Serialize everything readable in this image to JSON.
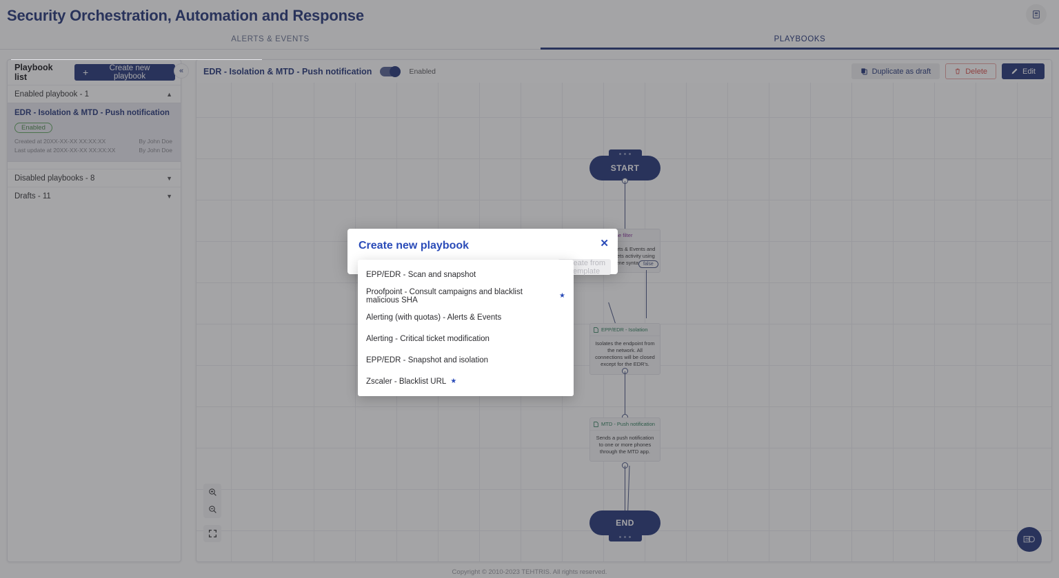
{
  "header": {
    "title": "Security Orchestration, Automation and Response",
    "doc_icon": "book-icon"
  },
  "tabs": [
    {
      "label": "ALERTS & EVENTS",
      "active": false
    },
    {
      "label": "PLAYBOOKS",
      "active": true
    }
  ],
  "sidebar": {
    "title": "Playbook list",
    "create_button": "Create new playbook",
    "collapse_icon": "«",
    "groups": [
      {
        "label": "Enabled playbook - 1",
        "expanded": true,
        "chevron": "▲"
      },
      {
        "label": "Disabled playbooks - 8",
        "expanded": false,
        "chevron": "▼"
      },
      {
        "label": "Drafts - 11",
        "expanded": false,
        "chevron": "▼"
      }
    ],
    "playbook": {
      "name": "EDR - Isolation & MTD - Push notification",
      "status_badge": "Enabled",
      "created_label": "Created at 20XX-XX-XX XX:XX:XX",
      "created_by": "By John Doe",
      "updated_label": "Last update at 20XX-XX-XX XX:XX:XX",
      "updated_by": "By John Doe"
    }
  },
  "canvas": {
    "title": "EDR - Isolation & MTD - Push notification",
    "toggle_label": "Enabled",
    "toggle_on": true,
    "actions": {
      "duplicate": "Duplicate as draft",
      "delete": "Delete",
      "edit": "Edit"
    },
    "zoom_controls": {
      "zoom_in": "zoom-in-icon",
      "zoom_out": "zoom-out-icon",
      "fit": "fit-screen-icon"
    },
    "fab_icon": "assistant-icon"
  },
  "graph": {
    "start_label": "START",
    "end_label": "END",
    "edge_label_false": "false",
    "nodes": [
      {
        "title": "Lucene filter",
        "icon": "code-icon",
        "icon_color": "#8b3a9e",
        "description": "Filters Alerts & Events and cyber tickets activity using Lucene syntax."
      },
      {
        "title": "EPP/EDR - Isolation",
        "icon": "file-icon",
        "icon_color": "#2e7d5b",
        "description": "Isolates the endpoint from the network. All connections will be closed except for the EDR's."
      },
      {
        "title": "MTD - Push notification",
        "icon": "file-icon",
        "icon_color": "#2e7d5b",
        "description": "Sends a push notification to one or more phones through the MTD app."
      }
    ]
  },
  "modal": {
    "title": "Create new playbook",
    "close_icon": "close-icon",
    "template_button": "Create from template",
    "options": [
      {
        "label": "EPP/EDR - Scan and snapshot",
        "starred": false
      },
      {
        "label": "Proofpoint - Consult campaigns and blacklist malicious SHA",
        "starred": true
      },
      {
        "label": "Alerting (with quotas) - Alerts & Events",
        "starred": false
      },
      {
        "label": "Alerting - Critical ticket modification",
        "starred": false
      },
      {
        "label": "EPP/EDR - Snapshot and isolation",
        "starred": false
      },
      {
        "label": "Zscaler - Blacklist URL",
        "starred": true
      }
    ]
  },
  "footer": {
    "copyright": "Copyright © 2010-2023 TEHTRIS. All rights reserved."
  },
  "colors": {
    "brand_navy": "#2a3b7d",
    "modal_blue": "#2a4bb8",
    "danger_red": "#d9534f",
    "success_green": "#63a863"
  }
}
